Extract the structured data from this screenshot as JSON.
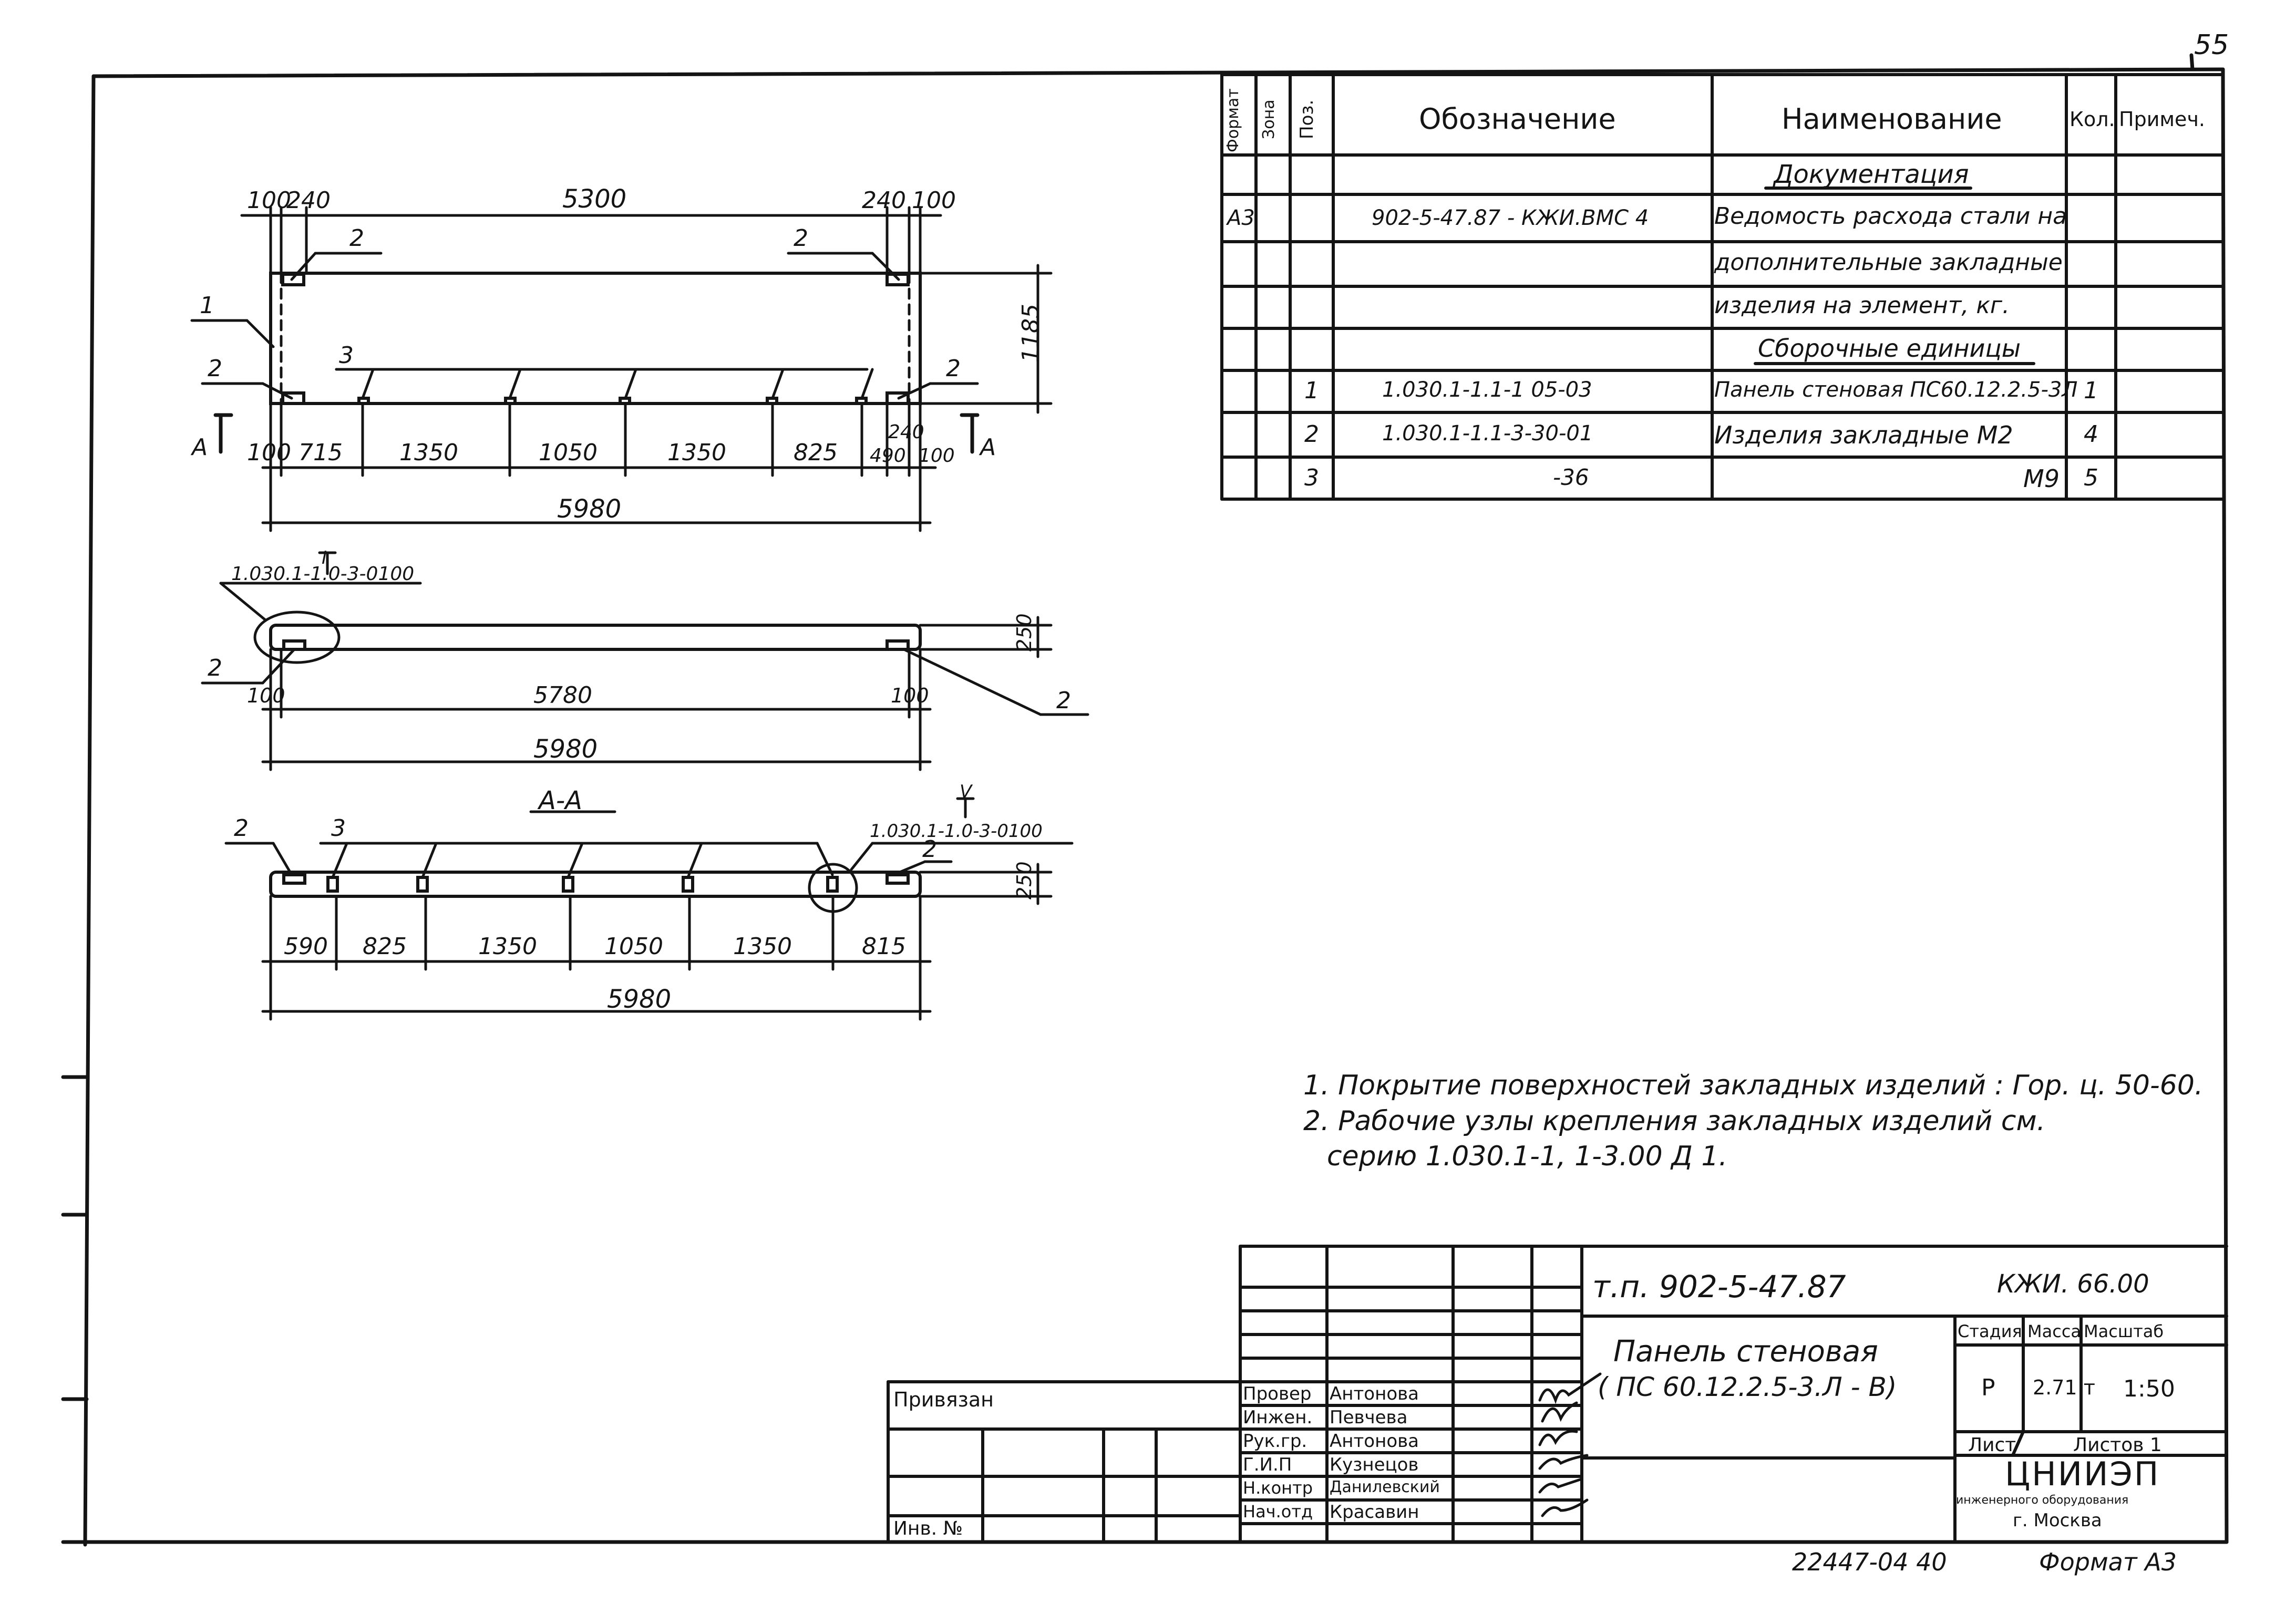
{
  "page_marker": "55",
  "spec_table": {
    "headers": {
      "format": "Формат",
      "zone": "Зона",
      "pos": "Поз.",
      "designation": "Обозначение",
      "name": "Наименование",
      "qty": "Кол.",
      "note": "Примеч."
    },
    "section_docs": "Документация",
    "doc_row": {
      "format": "А3",
      "designation": "902-5-47.87  - КЖИ.ВМС 4",
      "name_lines": [
        "Ведомость расхода стали на",
        "дополнительные закладные",
        "изделия на элемент, кг."
      ]
    },
    "section_units": "Сборочные единицы",
    "rows": [
      {
        "pos": "1",
        "designation": "1.030.1-1.1-1  05-03",
        "name": "Панель стеновая ПС60.12.2.5-3Л",
        "qty": "1"
      },
      {
        "pos": "2",
        "designation": "1.030.1-1.1-3-30-01",
        "name": "Изделия закладные  М2",
        "qty": "4"
      },
      {
        "pos": "3",
        "designation": "-36",
        "name": "М9",
        "qty": "5"
      }
    ]
  },
  "plan_view": {
    "top_dims": [
      "100",
      "240",
      "5300",
      "240",
      "100"
    ],
    "height_dim": "1185",
    "bottom_dims": [
      "100",
      "715",
      "1350",
      "1050",
      "1350",
      "825",
      "490",
      "240",
      "100"
    ],
    "overall": "5980",
    "callouts": [
      "1",
      "2",
      "2",
      "2",
      "2",
      "3"
    ],
    "section_marks": [
      "А",
      "А"
    ]
  },
  "side_view": {
    "ref": "1.030.1-1.0-3-0100",
    "ref_mark": "I",
    "thickness": "250",
    "dims": [
      "100",
      "5780",
      "100"
    ],
    "overall": "5980",
    "callouts": [
      "2",
      "2"
    ]
  },
  "section_view": {
    "title": "А-А",
    "ref": "1.030.1-1.0-3-0100",
    "ref_mark": "V",
    "thickness": "250",
    "dims": [
      "590",
      "825",
      "1350",
      "1050",
      "1350",
      "815"
    ],
    "overall": "5980",
    "callouts": [
      "2",
      "3",
      "2"
    ]
  },
  "notes": [
    "1. Покрытие поверхностей закладных изделий : Гор. ц. 50-60.",
    "2. Рабочие узлы крепления закладных изделий см.",
    "серию 1.030.1-1, 1-3.00 Д 1."
  ],
  "title_block": {
    "project": "т.п. 902-5-47.87",
    "doc_code": "КЖИ. 66.00",
    "title_lines": [
      "Панель стеновая",
      "( ПС 60.12.2.5-3.Л - В)"
    ],
    "stage_label": "Стадия",
    "mass_label": "Масса",
    "scale_label": "Масштаб",
    "stage": "Р",
    "mass": "2.71 т",
    "scale": "1:50",
    "sheet_label": "Лист",
    "sheets_label": "Листов 1",
    "org_name": "ЦНИИЭП",
    "org_sub": "инженерного оборудования",
    "org_city": "г. Москва",
    "roles": [
      {
        "role": "Провер",
        "name": "Антонова"
      },
      {
        "role": "Инжен.",
        "name": "Певчева"
      },
      {
        "role": "Рук.гр.",
        "name": "Антонова"
      },
      {
        "role": "Г.И.П",
        "name": "Кузнецов"
      },
      {
        "role": "Н.контр",
        "name": "Данилевский"
      },
      {
        "role": "Нач.отд",
        "name": "Красавин"
      }
    ],
    "privyazan": "Привязан",
    "inv_no": "Инв. №"
  },
  "footer": {
    "code": "22447-04  40",
    "format": "Формат А3"
  }
}
